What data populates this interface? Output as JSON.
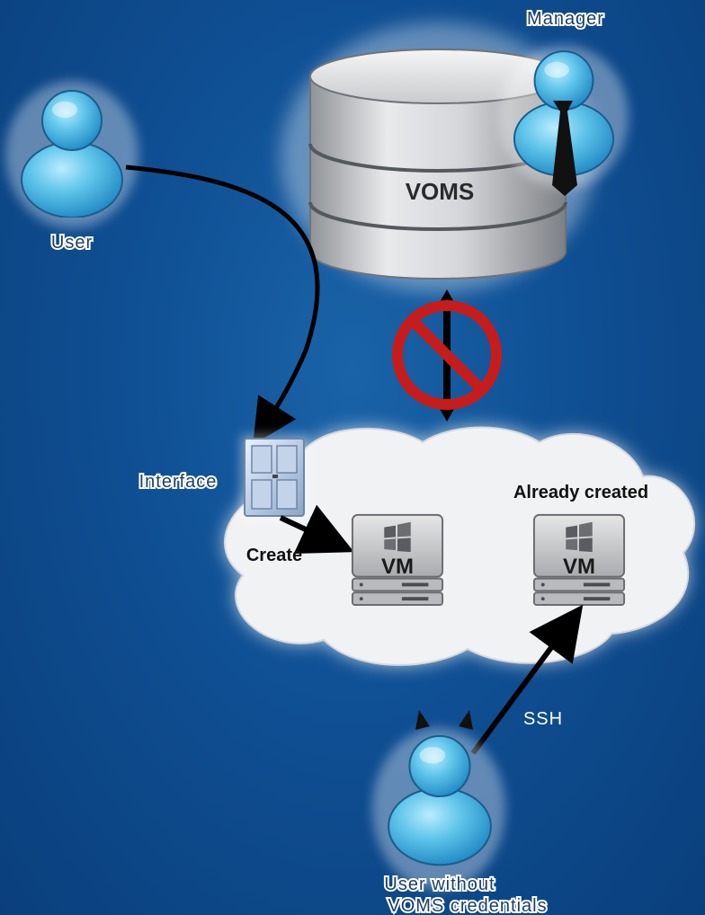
{
  "labels": {
    "manager": "Manager",
    "user": "User",
    "voms": "VOMS",
    "interface": "Interface",
    "create": "Create",
    "already_created": "Already created",
    "vm": "VM",
    "ssh": "SSH",
    "user_without_line1": "User without",
    "user_without_line2": "VOMS credentials"
  },
  "icons": [
    "user-icon",
    "manager-icon",
    "database-icon",
    "door-icon",
    "server-icon",
    "prohibited-icon",
    "cloud-icon",
    "devil-user-icon"
  ],
  "colors": {
    "background": "#0f4f93",
    "person": "#5ec4ea",
    "prohibited": "#cc1a1a",
    "arrow": "#000000"
  }
}
